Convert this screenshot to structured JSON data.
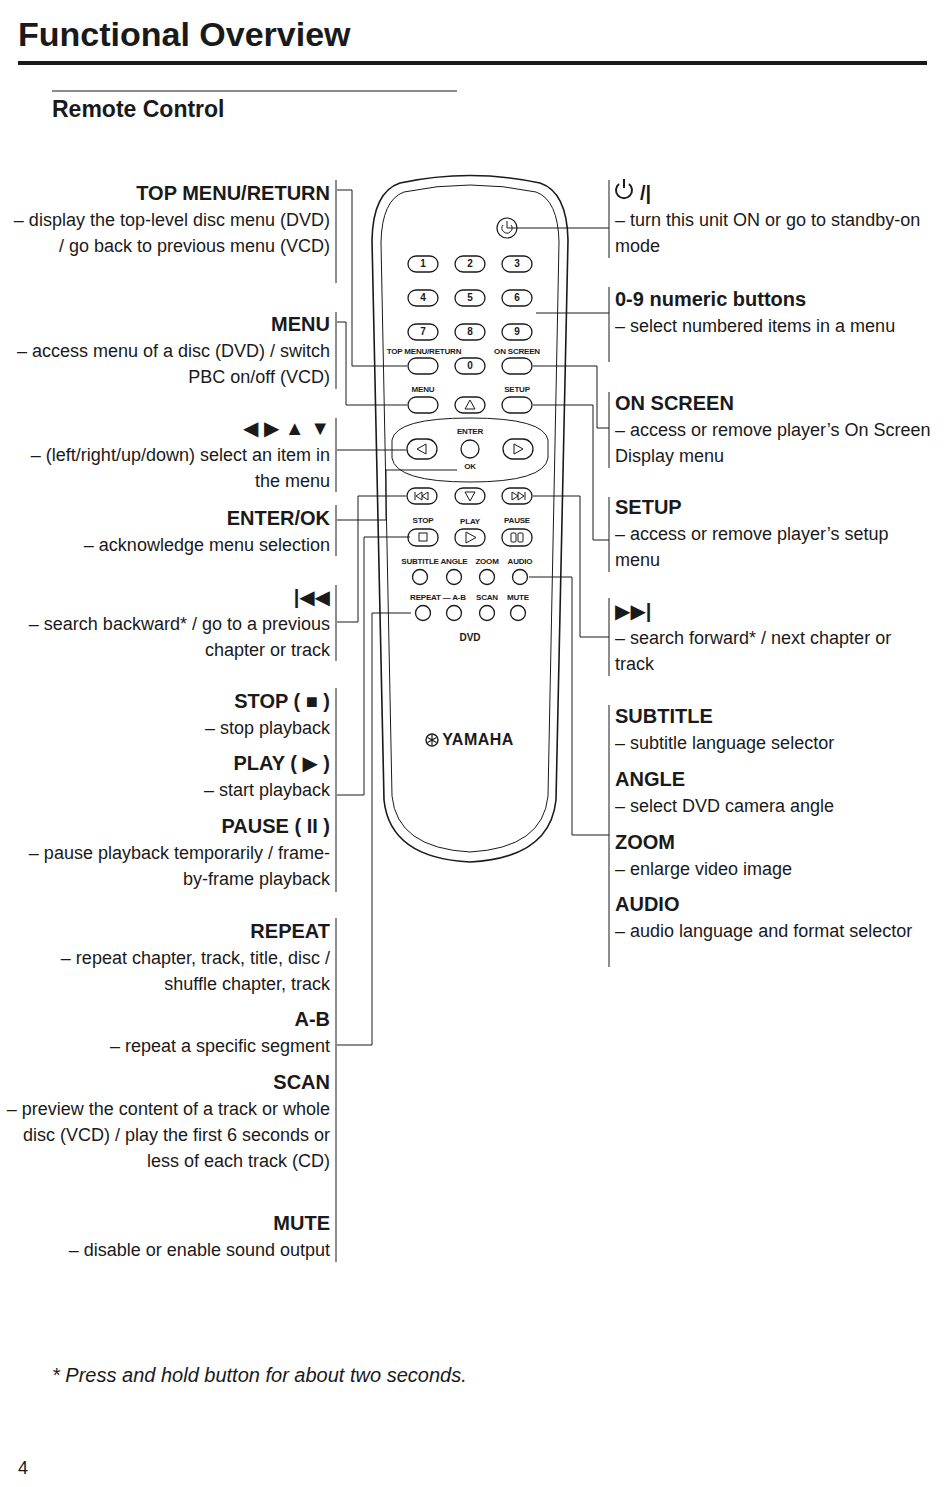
{
  "diagram": {
    "title": "Functional Overview",
    "labels": [
      "Remote Control",
      "TOP MENU/RETURN",
      "– display the top-level disc menu (DVD) / go back to previous menu (VCD)",
      "MENU",
      "– access menu of a disc (DVD) / switch PBC on/off (VCD)",
      "◀ ▶ ▲ ▼",
      "– (left/right/up/down) select an item in the menu",
      "ENTER/OK",
      "– acknowledge menu selection",
      "|◀◀",
      "– search backward* / go to a previous chapter or track",
      "STOP ( ■ )",
      "– stop playback",
      "PLAY ( ▶ )",
      "– start playback",
      "PAUSE ( II )",
      "– pause playback temporarily / frame-by-frame playback",
      "REPEAT",
      "– repeat chapter, track, title, disc / shuffle chapter, track",
      "A-B",
      "– repeat a specific segment",
      "SCAN",
      "– preview the content of a track or whole disc (VCD) / play the first 6 seconds or less of each track (CD)",
      "MUTE",
      "– disable or enable sound output",
      "/|",
      "– turn this unit ON or go to standby-on mode",
      "0-9 numeric buttons",
      "– select numbered items in a menu",
      "ON SCREEN",
      "– access or remove player’s On Screen Display menu",
      "SETUP",
      "– access or remove player’s setup menu",
      "▶▶|",
      "– search forward* / next chapter or track",
      "SUBTITLE",
      "– subtitle language selector",
      "ANGLE",
      "– select DVD camera angle",
      "ZOOM",
      "– enlarge video image",
      "AUDIO",
      "– audio language and format selector",
      "* Press and hold button for about two seconds.",
      "4",
      "1",
      "2",
      "3",
      "4",
      "5",
      "6",
      "7",
      "8",
      "9",
      "0",
      "TOP MENU/RETURN",
      "ON SCREEN",
      "MENU",
      "SETUP",
      "ENTER",
      "OK",
      "STOP",
      "PLAY",
      "PAUSE",
      "SUBTITLE",
      "ANGLE",
      "ZOOM",
      "AUDIO",
      "REPEAT — A-B",
      "SCAN",
      "MUTE",
      "DVD",
      "YAMAHA"
    ]
  }
}
